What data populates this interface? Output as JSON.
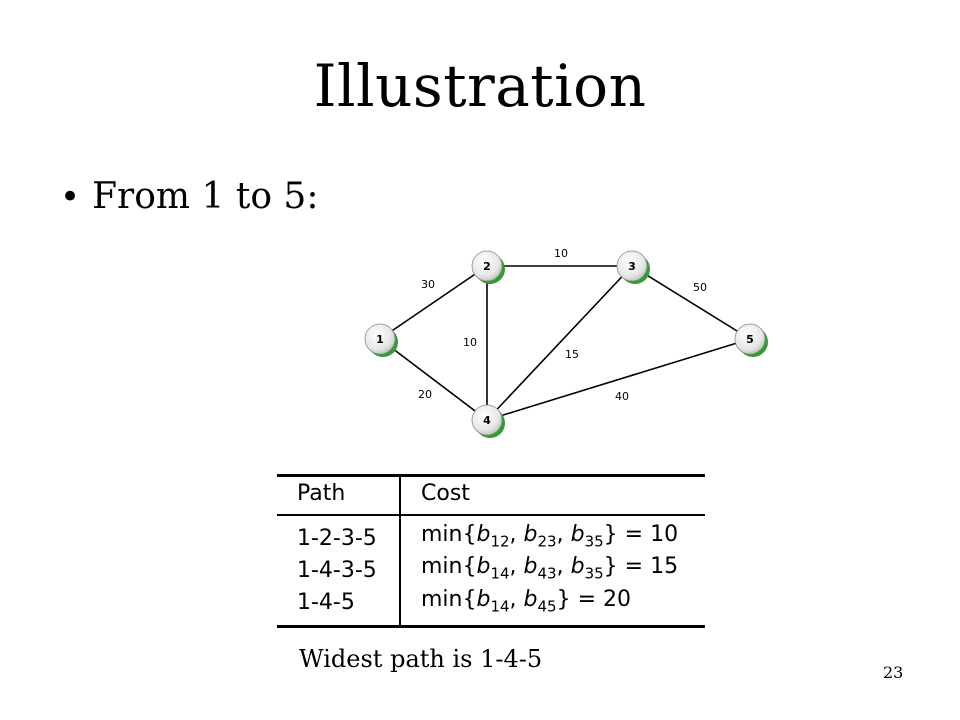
{
  "slide": {
    "title": "Illustration",
    "bullet": "From 1 to 5:",
    "caption": "Widest path is 1-4-5",
    "page_number": "23"
  },
  "graph": {
    "nodes": [
      {
        "id": "1",
        "label": "1"
      },
      {
        "id": "2",
        "label": "2"
      },
      {
        "id": "3",
        "label": "3"
      },
      {
        "id": "4",
        "label": "4"
      },
      {
        "id": "5",
        "label": "5"
      }
    ],
    "edges": [
      {
        "from": "1",
        "to": "2",
        "weight": "30"
      },
      {
        "from": "2",
        "to": "3",
        "weight": "10"
      },
      {
        "from": "3",
        "to": "5",
        "weight": "50"
      },
      {
        "from": "2",
        "to": "4",
        "weight": "10"
      },
      {
        "from": "3",
        "to": "4",
        "weight": "15"
      },
      {
        "from": "1",
        "to": "4",
        "weight": "20"
      },
      {
        "from": "4",
        "to": "5",
        "weight": "40"
      }
    ],
    "node_color": "#2f9e2f"
  },
  "table": {
    "headers": [
      "Path",
      "Cost"
    ],
    "rows": [
      {
        "path": "1-2-3-5",
        "cost_prefix": "min{",
        "terms": [
          "12",
          "23",
          "35"
        ],
        "result": "10"
      },
      {
        "path": "1-4-3-5",
        "cost_prefix": "min{",
        "terms": [
          "14",
          "43",
          "35"
        ],
        "result": "15"
      },
      {
        "path": "1-4-5",
        "cost_prefix": "min{",
        "terms": [
          "14",
          "45"
        ],
        "result": "20"
      }
    ]
  }
}
